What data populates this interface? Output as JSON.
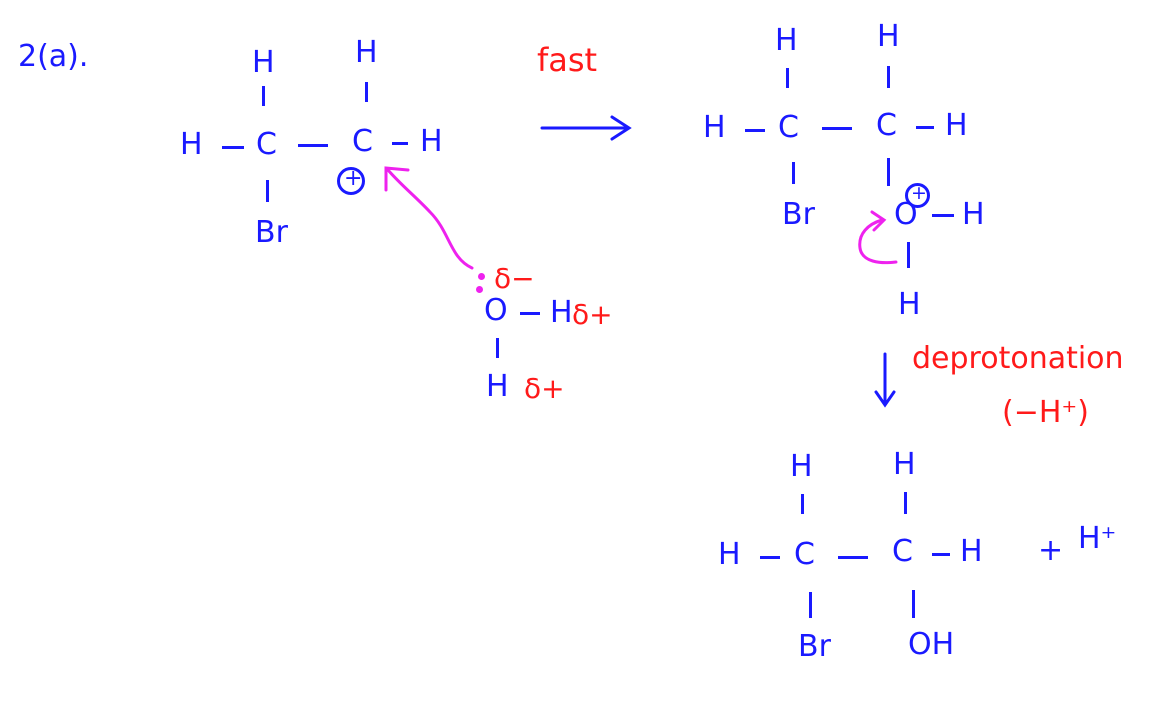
{
  "problem_label": "2(a).",
  "reactant": {
    "atoms": {
      "h_top_left": "H",
      "h_top_right": "H",
      "h_left": "H",
      "c_left": "C",
      "c_right": "C",
      "h_right": "H",
      "br": "Br"
    },
    "charge_symbol": "+"
  },
  "water": {
    "o": "O",
    "h_right": "H",
    "h_bottom": "H",
    "delta_minus": "δ−",
    "delta_plus_right": "δ+",
    "delta_plus_bottom": "δ+"
  },
  "arrow_fast_label": "fast",
  "intermediate": {
    "atoms": {
      "h_top_left": "H",
      "h_top_right": "H",
      "h_left": "H",
      "c_left": "C",
      "c_right": "C",
      "h_right": "H",
      "br": "Br",
      "o": "O",
      "o_h_right": "H",
      "o_h_bottom": "H"
    },
    "charge_symbol": "+"
  },
  "deprotonation_label": "deprotonation",
  "deprotonation_sub": "(−H⁺)",
  "product": {
    "atoms": {
      "h_top_left": "H",
      "h_top_right": "H",
      "h_left": "H",
      "c_left": "C",
      "c_right": "C",
      "h_right": "H",
      "br": "Br",
      "oh": "OH"
    },
    "plus": "+",
    "hplus": "H⁺"
  },
  "colors": {
    "structure": "#1a1aff",
    "annotation": "#ff1a1a",
    "electron_arrow": "#ee22ee"
  }
}
